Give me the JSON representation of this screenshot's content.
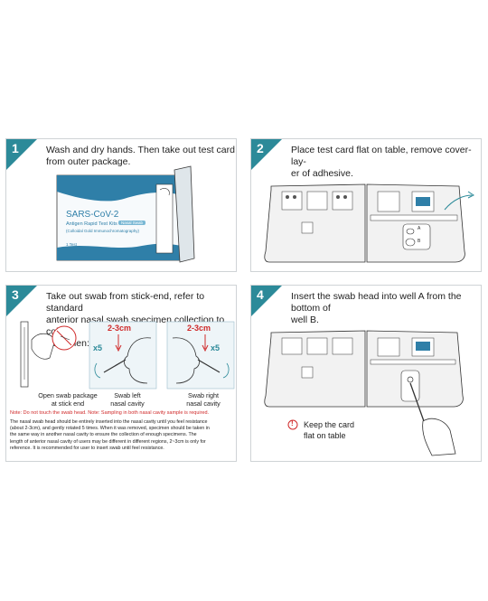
{
  "steps": [
    {
      "num": "1",
      "text_line1": "Wash and dry hands. Then take out test card",
      "text_line2": "from outer package."
    },
    {
      "num": "2",
      "text_line1": "Place test card flat on table, remove cover-lay-",
      "text_line2": "er of adhesive."
    },
    {
      "num": "3",
      "text_line1": "Take out swab from stick-end, refer to standard",
      "text_line2": "anterior nasal swab specimen collection to collect",
      "text_line3": "specimen:"
    },
    {
      "num": "4",
      "text_line1": "Insert the swab head into well A from the bottom of",
      "text_line2": "well B."
    }
  ],
  "package": {
    "title": "SARS-CoV-2",
    "subtitle": "Antigen Rapid Test Kits",
    "badge": "Nasal Swab",
    "method": "(Colloidal Gold Immunochromatography)",
    "count": "1 Test"
  },
  "card": {
    "well_a": "A",
    "well_b": "B"
  },
  "step3": {
    "distance_left": "2-3cm",
    "distance_right": "2-3cm",
    "rot_left": "x5",
    "rot_right": "x5",
    "cap1_l1": "Open swab package",
    "cap1_l2": "at stick end",
    "cap2_l1": "Swab left",
    "cap2_l2": "nasal cavity",
    "cap3_l1": "Swab right",
    "cap3_l2": "nasal cavity",
    "note_red": "Note: Do not touch the swab head.  Note: Sampling in both nasal cavity sample is required.",
    "note_l1": "The nasal swab head should be entirely inserted into the nasal cavity until you feel resistance",
    "note_l2": "(about 2-3cm), and gently rotated 5 times. When it was removed, specimen should be taken in",
    "note_l3": "the same way in another nasal cavity to ensure the collection of enough specimens. The",
    "note_l4": "length of anterior nasal cavity of users may be different in different regions, 2~3cm is only for",
    "note_l5": "reference. It is recommended for user to insert swab until feel resistance."
  },
  "step4": {
    "keep_l1": "Keep the card",
    "keep_l2": "flat on table",
    "alert_symbol": "!"
  },
  "colors": {
    "accent": "#2c8a99",
    "package_blue": "#2f7fa8",
    "alert_red": "#d02a2a",
    "card_gray": "#f2f2f2"
  }
}
